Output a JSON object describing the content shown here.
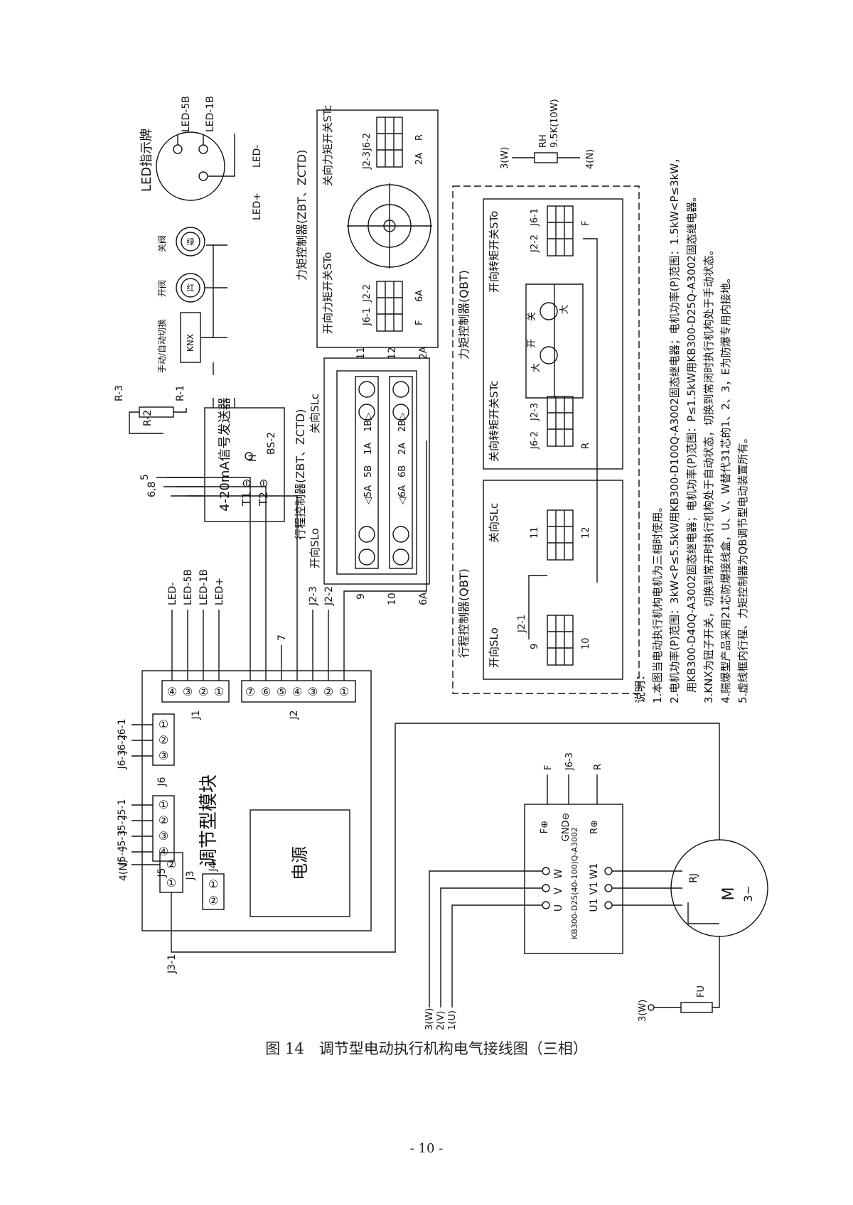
{
  "caption": "图 14　调节型电动执行机构电气接线图（三相）",
  "page_number": "- 10 -",
  "module": {
    "title": "调节型模块",
    "power": "电源",
    "j1": {
      "label": "J1",
      "pins": [
        "④",
        "③",
        "②",
        "①"
      ],
      "wires": [
        "LED-",
        "LED-5B",
        "LED-1B",
        "LED+"
      ]
    },
    "j2": {
      "label": "J2",
      "pins": [
        "⑦",
        "⑥",
        "⑤",
        "④",
        "③",
        "②",
        "①"
      ],
      "wires": [
        "7",
        "J2-3",
        "J2-2"
      ]
    },
    "j3": {
      "label": "J3",
      "pins": [
        "②",
        "①"
      ],
      "wires": [
        "4(N)",
        "J3-1"
      ]
    },
    "j4": {
      "label": "J4",
      "pins": [
        "①",
        "②"
      ]
    },
    "j5": {
      "label": "J5",
      "pins": [
        "①",
        "②",
        "③",
        "④"
      ],
      "wires": [
        "J5-1",
        "J5-2",
        "J5-3",
        "J5-4"
      ]
    },
    "j6": {
      "label": "J6",
      "pins": [
        "①",
        "②",
        "③"
      ],
      "wires": [
        "J6-1",
        "J6-2",
        "J6-3"
      ]
    }
  },
  "transmitter": {
    "title": "4-20mA信号发送器",
    "t1": "T1 ⊖",
    "t2": "T2 ⊖",
    "h": "H",
    "bs": "BS-2",
    "r1": "R-1",
    "r2": "R-2",
    "r3": "R-3",
    "lead5": "5",
    "lead68": "6,8"
  },
  "travel_zbt": {
    "title": "行程控制器(ZBT、ZCTD)",
    "open": "开向SLo",
    "close": "关向SLc",
    "top_labels": [
      "11",
      "12",
      "2A"
    ],
    "bottom_labels": [
      "9",
      "10",
      "6A"
    ],
    "cells_top": [
      "◁5A",
      "5B",
      "1A",
      "1B▷"
    ],
    "cells_bottom": [
      "◁6A",
      "6B",
      "2A",
      "2B▷"
    ]
  },
  "torque_zbt": {
    "title": "力矩控制器(ZBT、ZCTD)",
    "close_title": "关向力矩开关STc",
    "open_title": "开向力矩开关STo",
    "close_labels": [
      "J6-2",
      "J2-3",
      "R",
      "2A"
    ],
    "open_labels": [
      "J2-2",
      "J6-1",
      "6A",
      "F"
    ]
  },
  "qbt_torque": {
    "title": "力矩控制器(QBT)",
    "open_title": "开向转矩开关STo",
    "close_title": "关向转矩开关STc",
    "open_labels": [
      "J6-1",
      "J2-2",
      "F"
    ],
    "close_labels": [
      "J2-3",
      "J6-2",
      "R"
    ],
    "dial": [
      "开",
      "关",
      "大",
      "大"
    ]
  },
  "qbt_travel": {
    "title": "行程控制器(QBT)",
    "open": "开向SLo",
    "close": "关向SLc",
    "labels": [
      "J2-1",
      "9",
      "10",
      "11",
      "12"
    ]
  },
  "switches": {
    "knx_label": "手动/自动切换",
    "knx": "KNX",
    "open_lamp": "开阀",
    "open_color": "红",
    "close_lamp": "关阀",
    "close_color": "绿"
  },
  "led": {
    "title": "LED指示牌",
    "labels": [
      "LED-5B",
      "LED-1B",
      "LED-",
      "LED+"
    ]
  },
  "rh": {
    "name": "RH",
    "value": "9.5K(10W)",
    "left": "3(W)",
    "right": "4(N)"
  },
  "ssr": {
    "model": "KB300-D25(40-100)Q-A3002",
    "inputs": [
      "U",
      "V",
      "W"
    ],
    "outputs": [
      "U1",
      "V1",
      "W1"
    ],
    "ctrl": [
      "F⊕",
      "GND⊖",
      "R⊕"
    ],
    "ctrl_leads": [
      "F",
      "J6-3",
      "R"
    ]
  },
  "motor": {
    "m": "M",
    "phase": "3~",
    "rj": "RJ",
    "fu": "FU",
    "lead": "3(W)"
  },
  "supply": [
    "3(W)",
    "2(V)",
    "1(U)"
  ],
  "notes": {
    "title": "说明：",
    "lines": [
      "1.本图当电动执行机构电机为三相时使用。",
      "2.电机功率(P)范围：3kW<P≤5.5kW用KB300-D100Q-A3002固态继电器；电机功率(P)范围：1.5kW<P≤3kW，",
      "　用KB300-D40Q-A3002固态继电器；电机功率(P)范围：P≤1.5kW用KB300-D25Q-A3002固态继电器。",
      "3.KNX为钮子开关，切换到常开时执行机构处于自动状态，切换到常闭时执行机构处于手动状态。",
      "4.隔爆型产品采用21芯防爆接线盒，U、V、W替代31芯的1、2、3，E为防爆专用内接地。",
      "5.虚线框内行程、力矩控制器为QB调节型电动装置所有。"
    ]
  }
}
